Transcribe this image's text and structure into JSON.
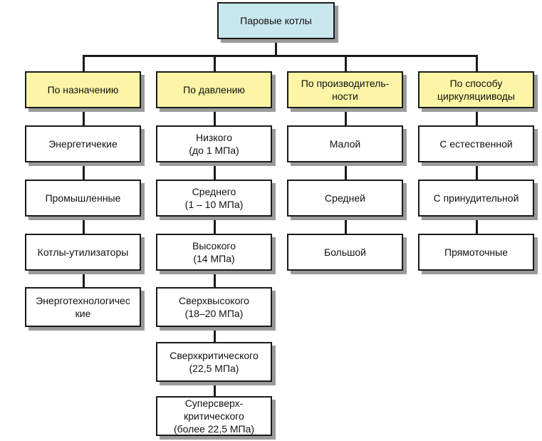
{
  "root": {
    "label": "Паровые котлы"
  },
  "colors": {
    "root_fill": "#c9e7ee",
    "category_fill": "#fbf5a5",
    "leaf_fill": "#ffffff",
    "border": "#1a1a1a",
    "shadow": "#9a9a9a"
  },
  "categories": [
    {
      "label": "По назначению",
      "items": [
        "Энергетичекие",
        "Промышленные",
        "Котлы-утилизаторы",
        "Энерготехнологичес\nкие"
      ]
    },
    {
      "label": "По давлению",
      "items": [
        "Низкого\n(до 1 МПа)",
        "Среднего\n(1 – 10 МПа)",
        "Высокого\n(14 МПа)",
        "Сверхвысокого\n(18–20 МПа)",
        "Сверхкритического\n(22,5 МПа)",
        "Суперсверх-\nкритического\n(более 22,5 МПа)"
      ]
    },
    {
      "label": "По производитель-\nности",
      "items": [
        "Малой",
        "Средней",
        "Большой"
      ]
    },
    {
      "label": "По способу\nциркуляцииводы",
      "items": [
        "С естественной",
        "С принудительной",
        "Прямоточные"
      ]
    }
  ]
}
